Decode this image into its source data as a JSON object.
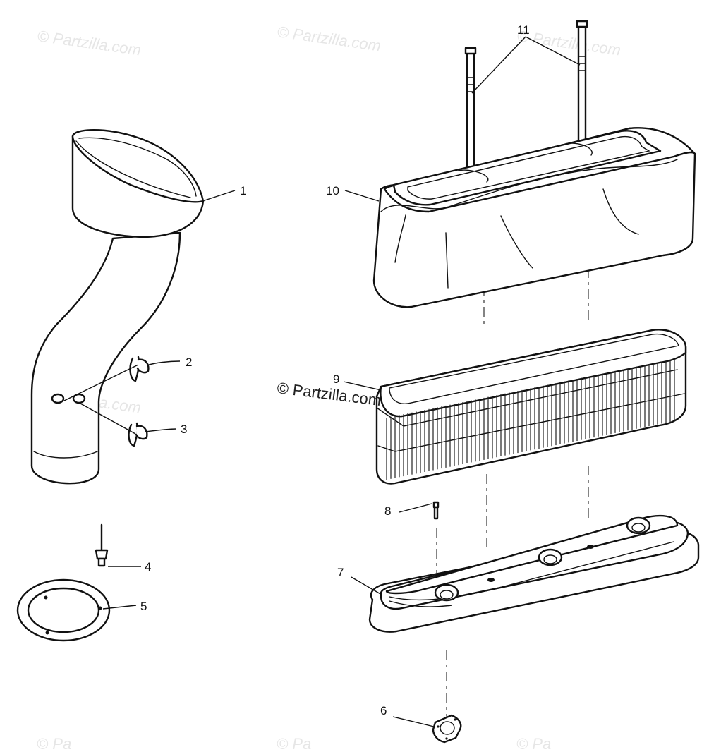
{
  "callouts": {
    "c1": "1",
    "c2": "2",
    "c3": "3",
    "c4": "4",
    "c5": "5",
    "c6": "6",
    "c7": "7",
    "c8": "8",
    "c9": "9",
    "c10": "10",
    "c11": "11"
  },
  "watermarks": {
    "center": "© Partzilla.com",
    "tile": "© Partzilla.com",
    "tile_cut": "© Pa"
  },
  "colors": {
    "line": "#111111",
    "background": "#ffffff",
    "watermark": "#e6e6e6"
  }
}
